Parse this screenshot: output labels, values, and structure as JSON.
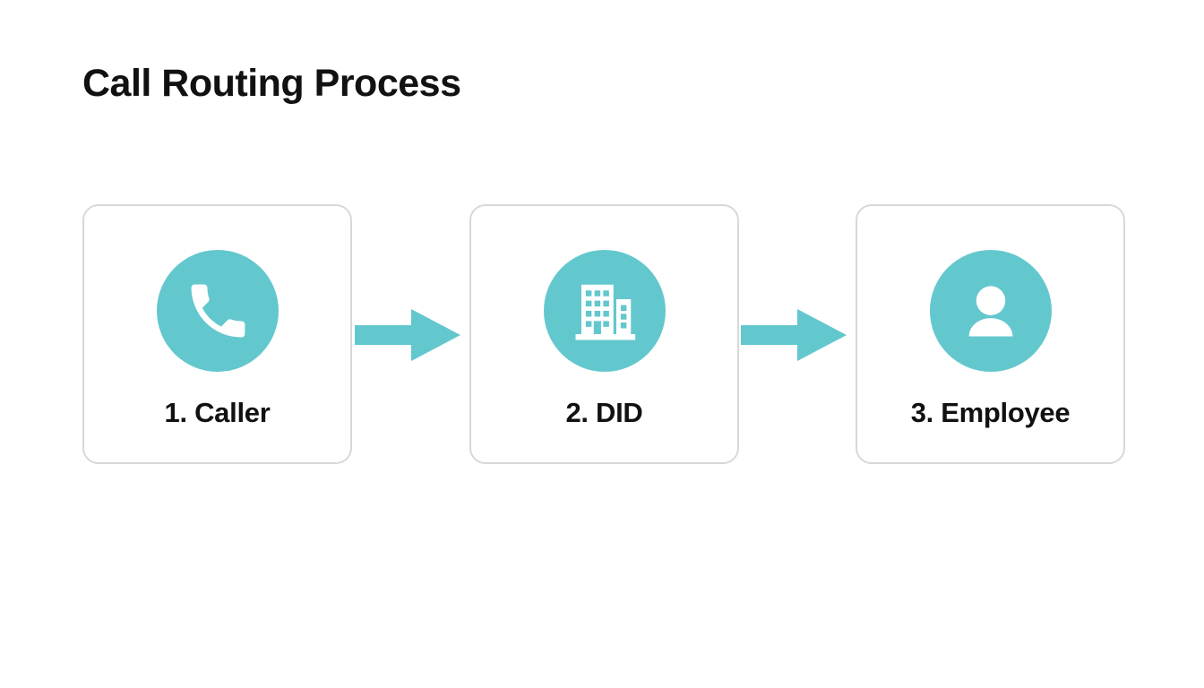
{
  "page": {
    "title": "Call Routing Process",
    "background_color": "#ffffff"
  },
  "theme": {
    "accent_color": "#63c7ce",
    "card_border_color": "#d8d8d8",
    "card_background": "#ffffff",
    "text_color": "#111111",
    "icon_color": "#ffffff"
  },
  "diagram": {
    "type": "process-flow",
    "orientation": "horizontal",
    "connector": "block-arrow",
    "connector_color": "#63c7ce",
    "steps": [
      {
        "number": "1",
        "name": "Caller",
        "label": "1. Caller",
        "icon": "phone-icon"
      },
      {
        "number": "2",
        "name": "DID",
        "label": "2. DID",
        "icon": "building-icon"
      },
      {
        "number": "3",
        "name": "Employee",
        "label": "3. Employee",
        "icon": "person-icon"
      }
    ],
    "arrows": [
      {
        "from": "1. Caller",
        "to": "2. DID",
        "direction": "right"
      },
      {
        "from": "2. DID",
        "to": "3. Employee",
        "direction": "right"
      }
    ]
  }
}
